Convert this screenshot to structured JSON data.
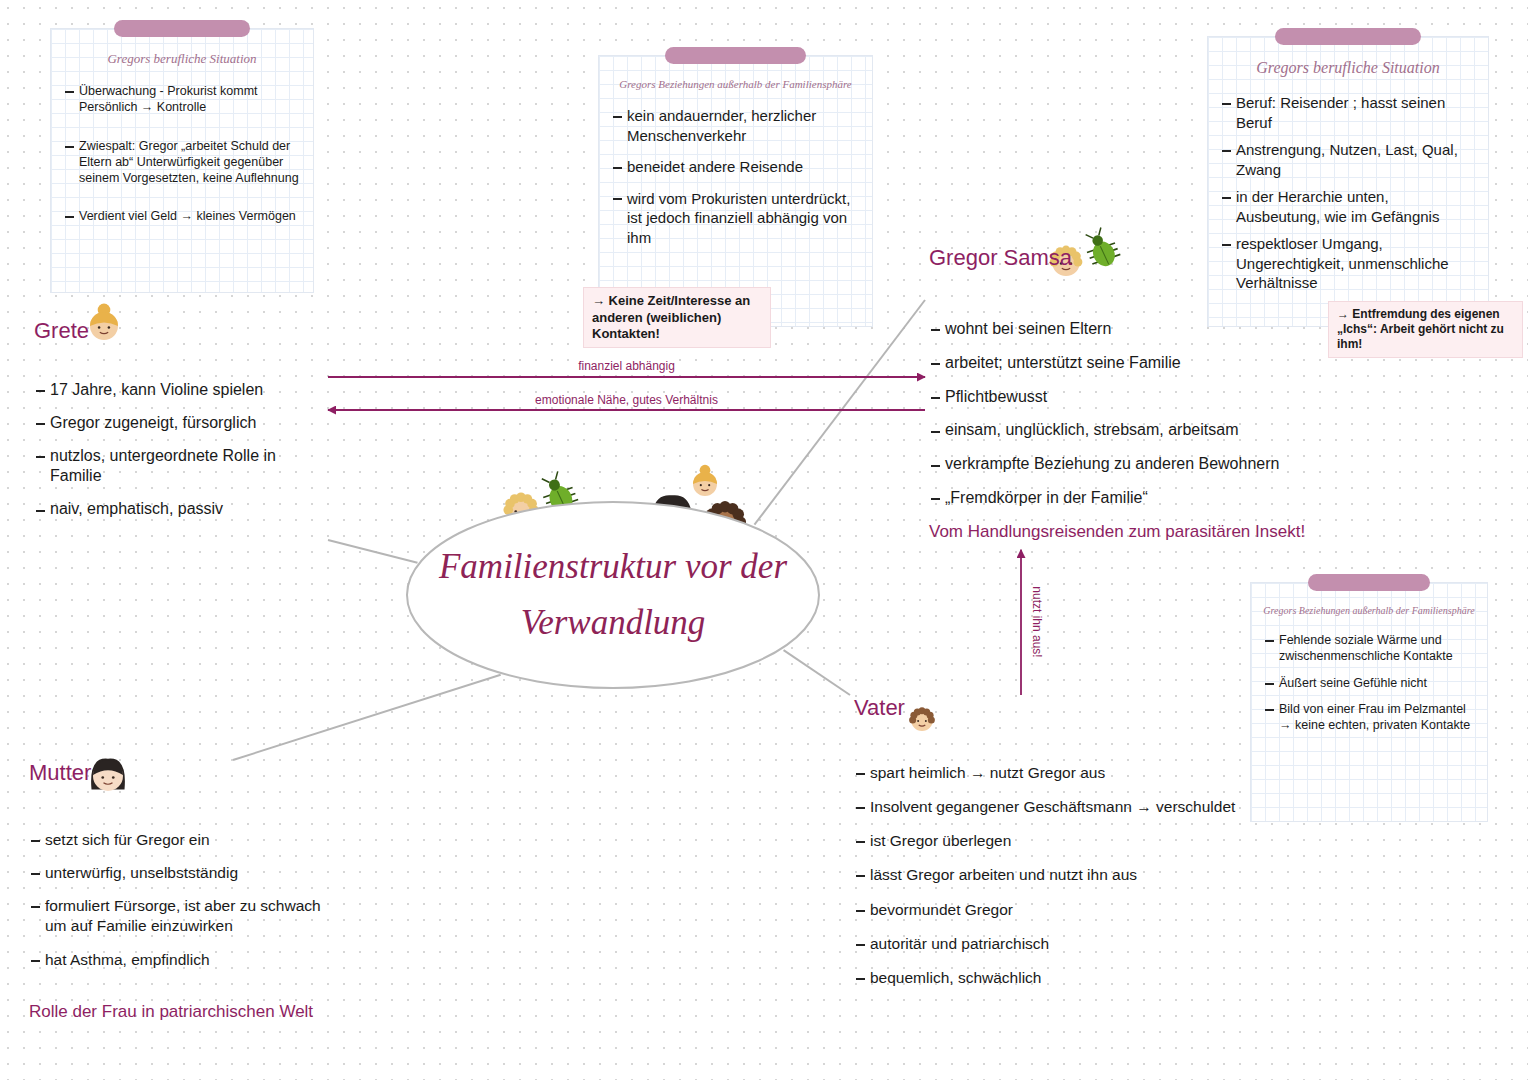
{
  "diagram": {
    "nodes": [
      {
        "text": [
          "Gregors berufliche Situation",
          "Überwachung - Prokurist kommt Persönlich → Kontrolle",
          "Zwiespalt: Gregor „arbeitet Schuld der Eltern ab“ Unterwürfigkeit gegenüber seinem Vorgesetzten, keine Auflehnung",
          "Verdient viel Geld → kleines Vermögen"
        ]
      },
      {
        "text": [
          "Gregors Beziehungen außerhalb der Familiensphäre",
          "kein andauernder, herzlicher Menschenverkehr",
          "beneidet andere Reisende",
          "wird vom Prokuristen unterdrückt, ist jedoch finanziell abhängig von ihm"
        ]
      },
      {
        "text": [
          "→ Keine Zeit/Interesse an anderen (weiblichen) Kontakten!"
        ],
        "in": 1
      },
      {
        "text": [
          "Gregors berufliche Situation",
          "Beruf: Reisender ; hasst seinen Beruf",
          "Anstrengung, Nutzen, Last, Qual, Zwang",
          "in der Herarchie unten, Ausbeutung, wie im Gefängnis",
          "respektloser Umgang, Ungerechtigkeit, unmenschliche Verhältnisse"
        ]
      },
      {
        "text": [
          "→ Entfremdung des eigenen „Ichs“: Arbeit gehört nicht zu ihm!"
        ],
        "in": 3
      },
      {
        "text": [
          "Grete",
          "17 Jahre, kann Violine spielen",
          "Gregor zugeneigt, fürsorglich",
          "nutzlos, untergeordnete Rolle in Familie",
          "naiv, emphatisch, passiv"
        ]
      },
      {
        "text": [
          "Familienstruktur vor der Verwandlung"
        ]
      },
      {
        "text": [
          "Gregor Samsa",
          "wohnt bei seinen Eltern",
          "arbeitet; unterstützt seine Familie",
          "Pflichtbewusst",
          "einsam, unglücklich, strebsam, arbeitsam",
          "verkrampfte Beziehung zu anderen Bewohnern",
          "„Fremdkörper in der Familie“",
          "Vom Handlungsreisenden zum parasitären Insekt!"
        ]
      },
      {
        "text": [
          "Gregors Beziehungen außerhalb der Familiensphäre",
          "Fehlende soziale Wärme und zwischenmenschliche Kontakte",
          "Äußert seine Gefühle nicht",
          "Bild von einer Frau im Pelzmantel → keine echten, privaten Kontakte"
        ]
      },
      {
        "text": [
          "Vater",
          "spart heimlich → nutzt Gregor aus",
          "Insolvent gegangener Geschäftsmann → verschuldet",
          "ist Gregor überlegen",
          "lässt Gregor arbeiten und nutzt ihn aus",
          "bevormundet Gregor",
          "autoritär und patriarchisch",
          "bequemlich, schwächlich"
        ]
      },
      {
        "text": [
          "Mutter",
          "setzt sich für Gregor ein",
          "unterwürfig, unselbstständig",
          "formuliert Fürsorge, ist aber zu schwach um auf Familie einzuwirken",
          "hat Asthma, empfindlich",
          "Rolle der Frau in patriarchischen Welt"
        ]
      }
    ],
    "edges": [
      {
        "from": 6,
        "to": 5,
        "arrow": "none"
      },
      {
        "from": 6,
        "to": 7,
        "arrow": "none"
      },
      {
        "from": 6,
        "to": 9,
        "arrow": "none"
      },
      {
        "from": 6,
        "to": 10,
        "arrow": "none"
      },
      {
        "from": 5,
        "to": 7,
        "label": "finanziel abhängig",
        "arrow": "to"
      },
      {
        "from": 7,
        "to": 5,
        "label": "emotionale Nähe, gutes Verhältnis",
        "arrow": "to"
      },
      {
        "from": 9,
        "to": 7,
        "label": "nutzt ihn aus!",
        "arrow": "to"
      }
    ]
  }
}
